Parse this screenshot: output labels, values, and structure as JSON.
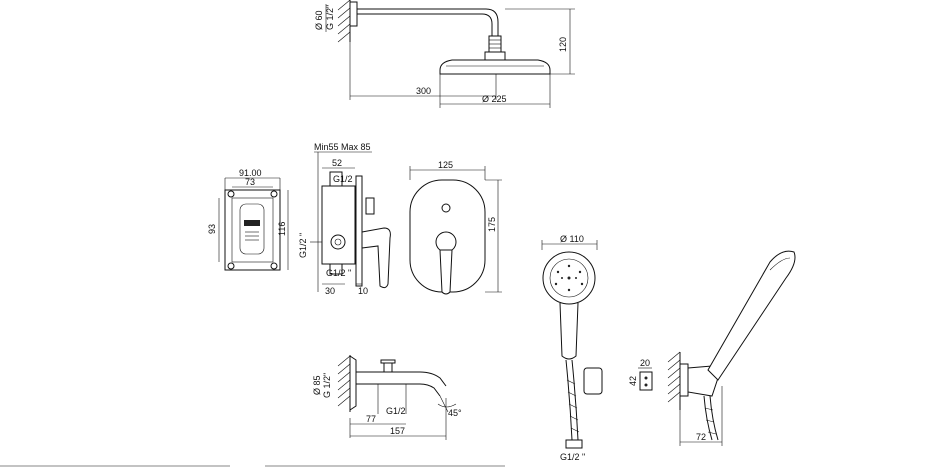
{
  "labels": {
    "shower_head": {
      "arm_dia": "Ø 60",
      "arm_thread": "G 1/2\"",
      "height": "120",
      "arm_length": "300",
      "head_dia": "Ø 225"
    },
    "box": {
      "width_outer": "91.00",
      "width_inner": "73",
      "height_outer": "116",
      "height_inner": "93"
    },
    "mixer_side": {
      "depth_range": "Min55 Max 85",
      "body_width": "52",
      "top_thread": "G1/2",
      "bottom_thread": "G1/2 \"",
      "side_thread": "G1/2 \"",
      "dim_30": "30",
      "dim_10": "10"
    },
    "mixer_front": {
      "width": "125",
      "height": "175"
    },
    "spout": {
      "dia": "Ø 85",
      "thread": "G 1/2\"",
      "inner_thread": "G1/2",
      "dim_77": "77",
      "length": "157",
      "angle": "45°"
    },
    "hand_shower": {
      "dia": "Ø 110",
      "hose_thread": "G1/2 \""
    },
    "holder": {
      "dim_20": "20",
      "dim_42": "42",
      "depth": "72"
    }
  }
}
